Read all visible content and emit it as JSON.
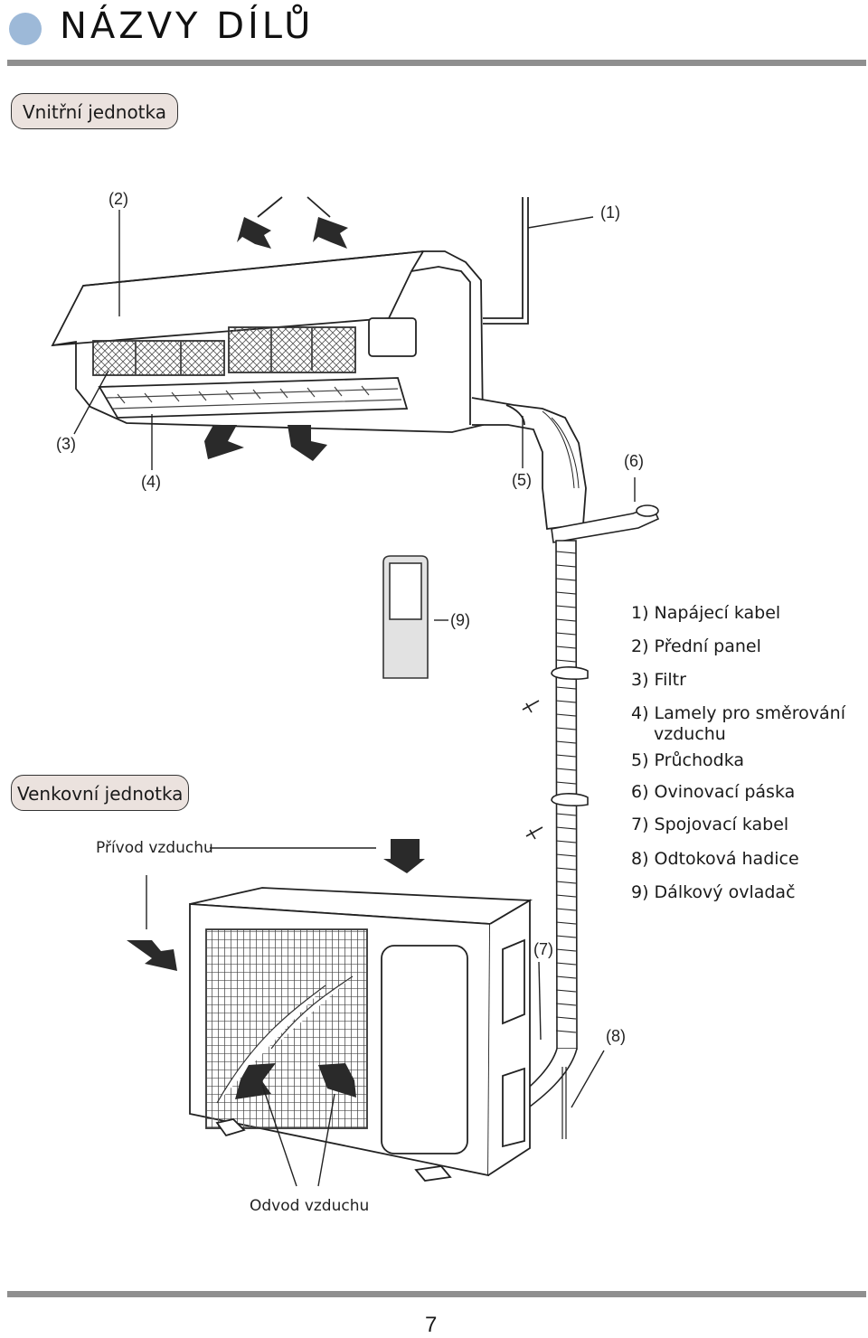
{
  "header": {
    "title": "NÁZVY DÍLŮ"
  },
  "sections": {
    "indoor_label": "Vnitřní jednotka",
    "outdoor_label": "Venkovní jednotka"
  },
  "callouts": [
    "(1)",
    "(2)",
    "(3)",
    "(4)",
    "(5)",
    "(6)",
    "(7)",
    "(8)",
    "(9)"
  ],
  "legend": [
    "1) Napájecí kabel",
    "2) Přední panel",
    "3) Filtr",
    "4) Lamely pro směrování",
    "vzduchu",
    "5) Průchodka",
    "6) Ovinovací páska",
    "7) Spojovací kabel",
    "8) Odtoková hadice",
    "9) Dálkový ovladač"
  ],
  "annotations": {
    "air_intake": "Přívod vzduchu",
    "air_outlet": "Odvod vzduchu"
  },
  "footer": {
    "page_number": "7"
  },
  "colors": {
    "title_dot": "#9db9d8",
    "pill_bg": "#ebe2de",
    "rule": "#8f8f8f"
  }
}
